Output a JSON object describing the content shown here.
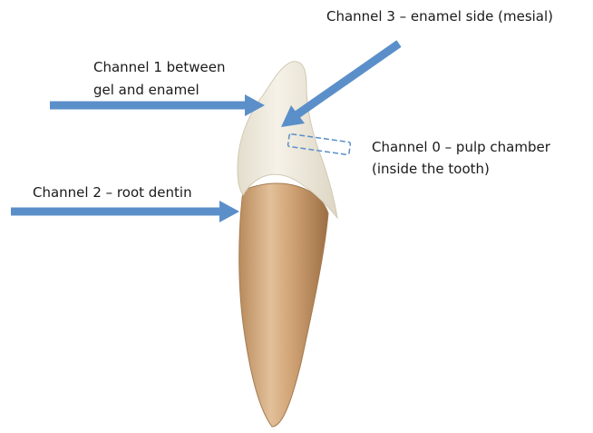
{
  "labels": {
    "channel_3": "Channel 3 – enamel side (mesial)",
    "channel_1_line1": "Channel 1 between",
    "channel_1_line2": "gel and enamel",
    "channel_0_line1": "Channel 0 – pulp chamber",
    "channel_0_line2": "(inside the tooth)",
    "channel_2": "Channel 2 – root dentin"
  },
  "colors": {
    "arrow": "#5b8fc9",
    "enamel": "#ece7da",
    "root": "#c79a6c",
    "pulp_marker": "#5b8fc9"
  }
}
